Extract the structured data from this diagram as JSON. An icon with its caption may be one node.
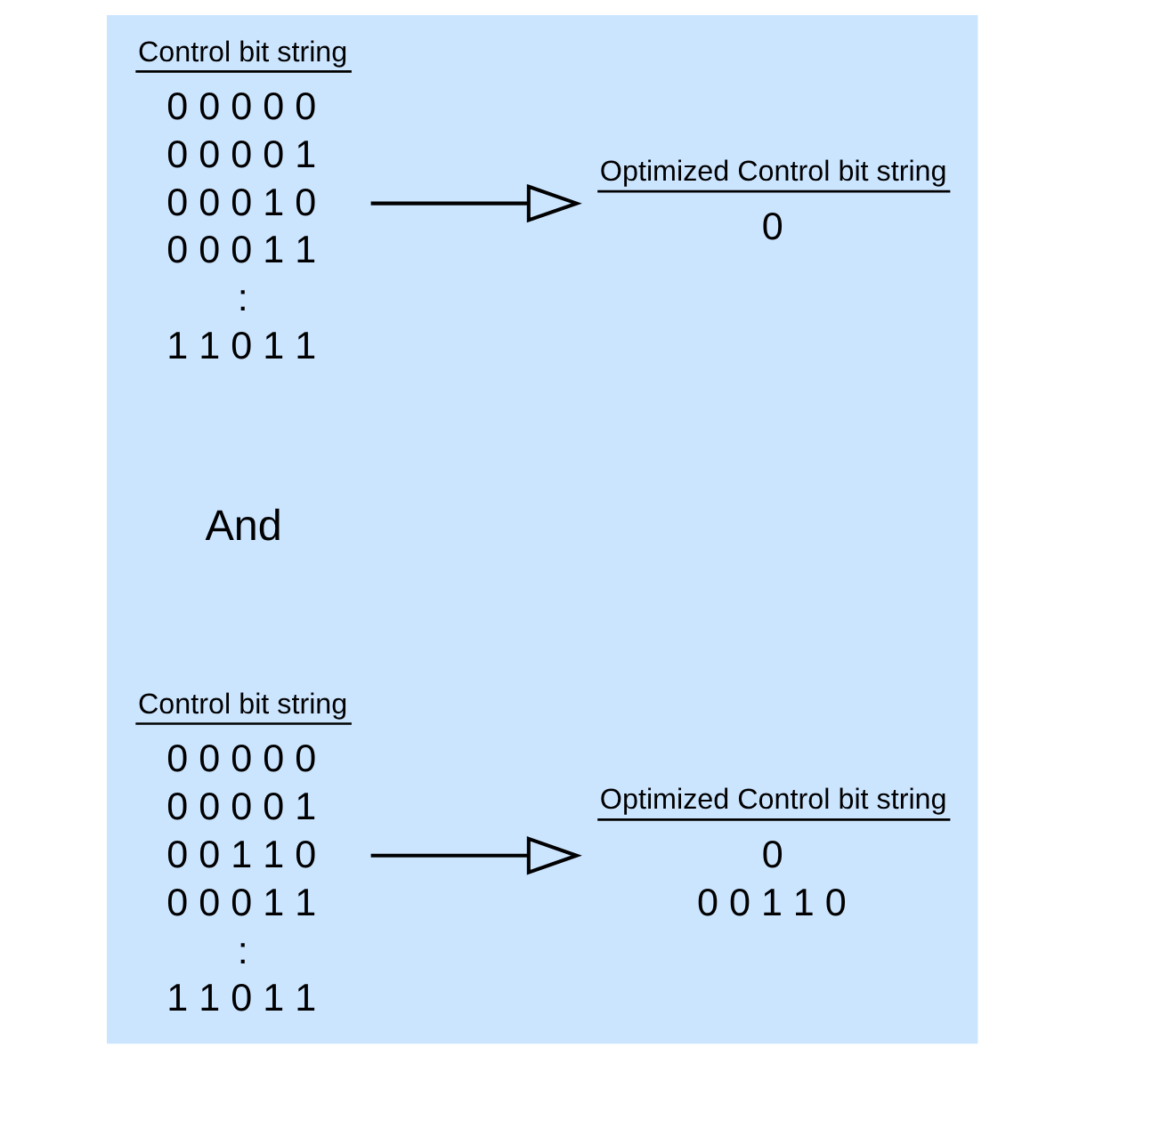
{
  "diagram": {
    "nodes": [
      {
        "text": [
          "Control bit string",
          "0 0 0 0 0",
          "0 0 0 0 1",
          "0 0 0 1 0",
          "0 0 0 1 1",
          ":",
          "1 1 0 1 1"
        ]
      },
      {
        "text": [
          "Optimized Control bit string",
          "0"
        ]
      },
      {
        "text": [
          "Control bit string",
          "0 0 0 0 0",
          "0 0 0 0 1",
          "0 0 1 1 0",
          "0 0 0 1 1",
          ":",
          "1 1 0 1 1"
        ]
      },
      {
        "text": [
          "Optimized Control bit string",
          "0",
          "0 0 1 1 0"
        ]
      }
    ],
    "edges": [
      {
        "from": 0,
        "to": 1,
        "arrow": "to"
      },
      {
        "from": 2,
        "to": 3,
        "arrow": "to"
      }
    ],
    "labels": [
      "And"
    ]
  }
}
